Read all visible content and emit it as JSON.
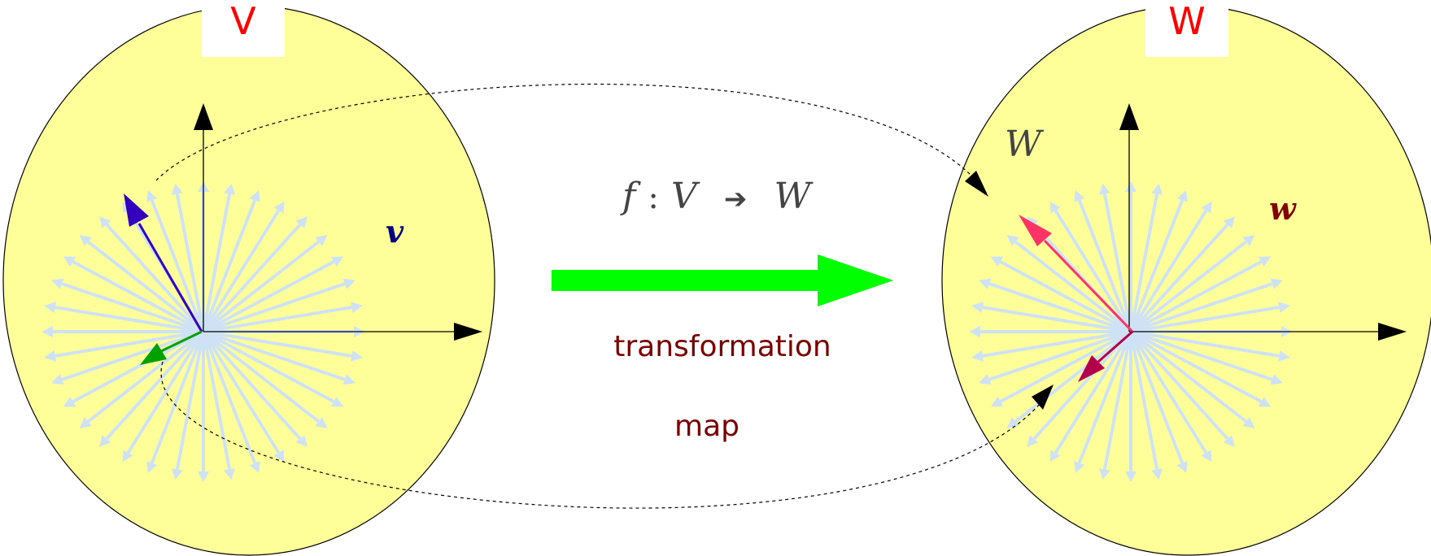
{
  "colors": {
    "set_fill": "#ffff99",
    "label_red": "#ff0000",
    "caption": "#7a0000",
    "math": "#444444",
    "fan": "#cfe2f5",
    "v_arrow": "#3300bb",
    "v_label": "#000080",
    "green_arrow": "#00a000",
    "w_arrow": "#ff3366",
    "w_label": "#800000",
    "w_second_arrow": "#b3004d",
    "big_arrow": "#00ff00"
  },
  "left_set": {
    "label": "V",
    "vector_label": "v"
  },
  "right_set": {
    "label": "W",
    "space_label": "W",
    "vector_label": "w"
  },
  "mapping": {
    "fn": "f",
    "colon": ":",
    "domain": "V",
    "arrow": "➔",
    "codomain": "W"
  },
  "captions": {
    "line1": "transformation",
    "line2": "map"
  }
}
